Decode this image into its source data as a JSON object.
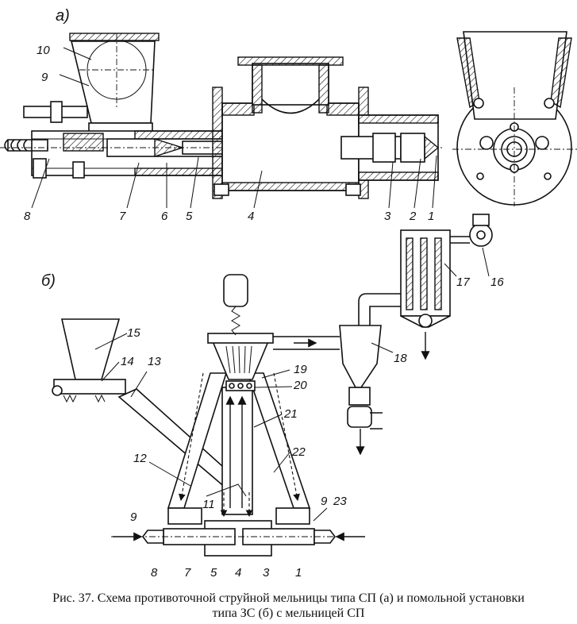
{
  "figure": {
    "section_a": "а)",
    "section_b": "б)",
    "labels_a": [
      "10",
      "9",
      "8",
      "7",
      "6",
      "5",
      "4",
      "3",
      "2",
      "1"
    ],
    "labels_b": [
      "15",
      "14",
      "13",
      "12",
      "11",
      "9",
      "8",
      "7",
      "5",
      "4",
      "3",
      "1",
      "9",
      "23",
      "19",
      "20",
      "21",
      "22",
      "18",
      "17",
      "16"
    ]
  },
  "caption": {
    "line1": "Рис. 37. Схема противоточной струйной мельницы типа СП (а) и помольной установки",
    "line2": "типа ЗС (б) с мельницей СП"
  }
}
